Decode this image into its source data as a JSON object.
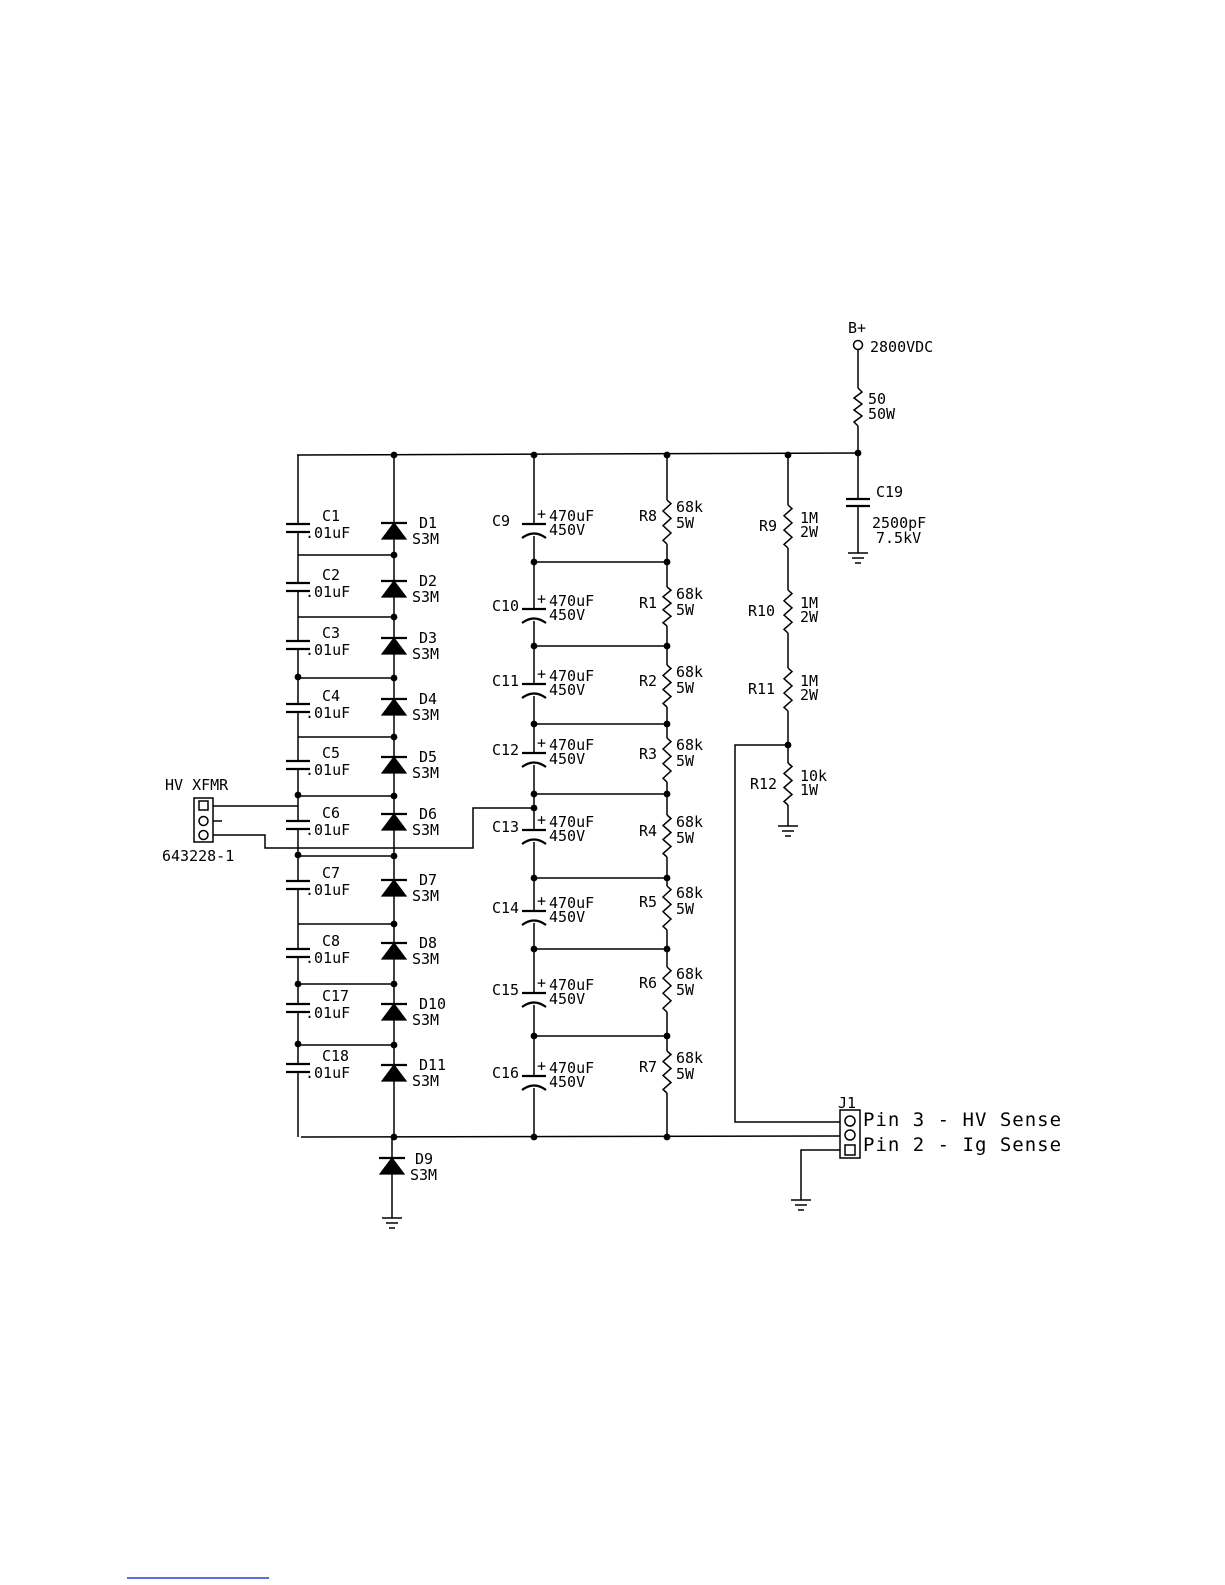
{
  "supply": {
    "name": "B+",
    "voltage": "2800VDC"
  },
  "series_resistor": {
    "value": "50",
    "power": "50W"
  },
  "c19": {
    "ref": "C19",
    "value": "2500pF",
    "rating": "7.5kV"
  },
  "ac_caps": [
    {
      "ref": "C1",
      "value": ".01uF"
    },
    {
      "ref": "C2",
      "value": ".01uF"
    },
    {
      "ref": "C3",
      "value": ".01uF"
    },
    {
      "ref": "C4",
      "value": ".01uF"
    },
    {
      "ref": "C5",
      "value": ".01uF"
    },
    {
      "ref": "C6",
      "value": ".01uF"
    },
    {
      "ref": "C7",
      "value": ".01uF"
    },
    {
      "ref": "C8",
      "value": ".01uF"
    },
    {
      "ref": "C17",
      "value": ".01uF"
    },
    {
      "ref": "C18",
      "value": ".01uF"
    }
  ],
  "diodes": [
    {
      "ref": "D1",
      "part": "S3M"
    },
    {
      "ref": "D2",
      "part": "S3M"
    },
    {
      "ref": "D3",
      "part": "S3M"
    },
    {
      "ref": "D4",
      "part": "S3M"
    },
    {
      "ref": "D5",
      "part": "S3M"
    },
    {
      "ref": "D6",
      "part": "S3M"
    },
    {
      "ref": "D7",
      "part": "S3M"
    },
    {
      "ref": "D8",
      "part": "S3M"
    },
    {
      "ref": "D10",
      "part": "S3M"
    },
    {
      "ref": "D11",
      "part": "S3M"
    }
  ],
  "d9": {
    "ref": "D9",
    "part": "S3M"
  },
  "filter_caps": [
    {
      "ref": "C9",
      "value": "470uF",
      "rating": "450V",
      "plus": "+"
    },
    {
      "ref": "C10",
      "value": "470uF",
      "rating": "450V",
      "plus": "+"
    },
    {
      "ref": "C11",
      "value": "470uF",
      "rating": "450V",
      "plus": "+"
    },
    {
      "ref": "C12",
      "value": "470uF",
      "rating": "450V",
      "plus": "+"
    },
    {
      "ref": "C13",
      "value": "470uF",
      "rating": "450V",
      "plus": "+"
    },
    {
      "ref": "C14",
      "value": "470uF",
      "rating": "450V",
      "plus": "+"
    },
    {
      "ref": "C15",
      "value": "470uF",
      "rating": "450V",
      "plus": "+"
    },
    {
      "ref": "C16",
      "value": "470uF",
      "rating": "450V",
      "plus": "+"
    }
  ],
  "bleeders": [
    {
      "ref": "R8",
      "value": "68k",
      "power": "5W"
    },
    {
      "ref": "R1",
      "value": "68k",
      "power": "5W"
    },
    {
      "ref": "R2",
      "value": "68k",
      "power": "5W"
    },
    {
      "ref": "R3",
      "value": "68k",
      "power": "5W"
    },
    {
      "ref": "R4",
      "value": "68k",
      "power": "5W"
    },
    {
      "ref": "R5",
      "value": "68k",
      "power": "5W"
    },
    {
      "ref": "R6",
      "value": "68k",
      "power": "5W"
    },
    {
      "ref": "R7",
      "value": "68k",
      "power": "5W"
    }
  ],
  "divider": [
    {
      "ref": "R9",
      "value": "1M",
      "power": "2W"
    },
    {
      "ref": "R10",
      "value": "1M",
      "power": "2W"
    },
    {
      "ref": "R11",
      "value": "1M",
      "power": "2W"
    },
    {
      "ref": "R12",
      "value": "10k",
      "power": "1W"
    }
  ],
  "transformer": {
    "name": "HV XFMR",
    "part": "643228-1"
  },
  "connector": {
    "ref": "J1",
    "pin3": "Pin 3 - HV Sense",
    "pin2": "Pin 2 - Ig Sense"
  }
}
